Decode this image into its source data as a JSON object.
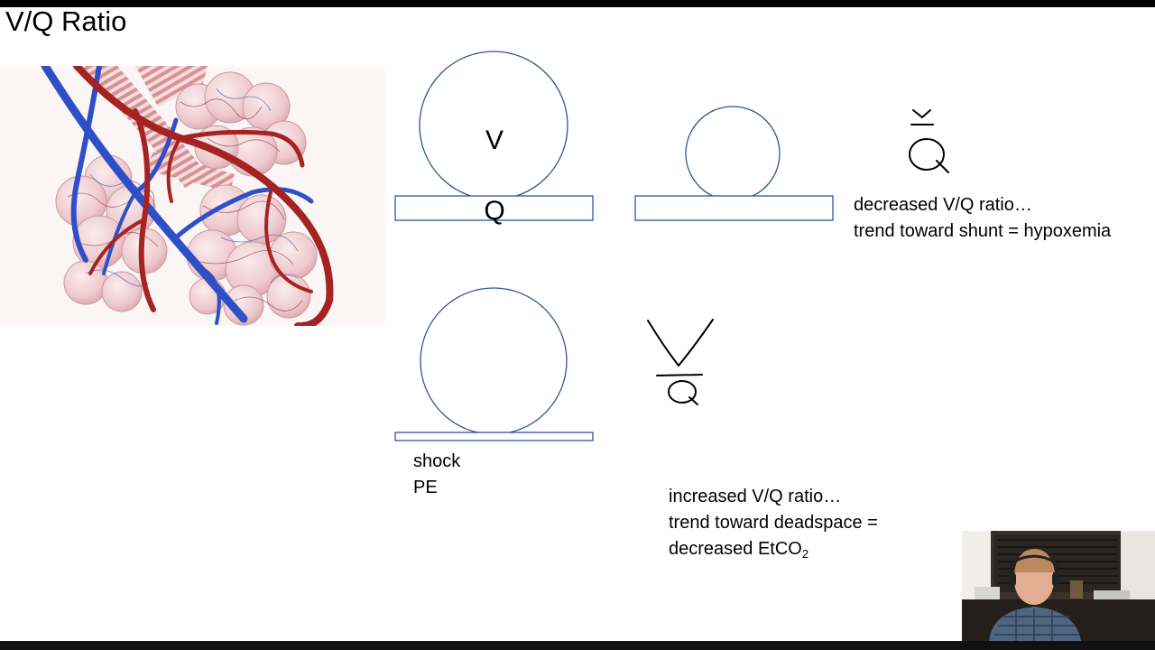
{
  "slide": {
    "title": "V/Q Ratio",
    "top_diagram": {
      "circle_label": "V",
      "bar_label": "Q"
    },
    "decreased_note": {
      "line1": "decreased V/Q ratio…",
      "line2": "trend toward shunt = hypoxemia"
    },
    "bottom_diagram": {
      "cause1": "shock",
      "cause2": "PE"
    },
    "increased_note": {
      "line1": "increased V/Q ratio…",
      "line2": "trend toward deadspace =",
      "line3_prefix": "decreased EtCO",
      "line3_subscript": "2"
    }
  },
  "colors": {
    "outline": "#2f5597",
    "artery": "#a52323",
    "vein": "#2f4fc8",
    "alveoli": "#f1d6d8",
    "background": "#ffffff"
  },
  "icons": {
    "alveoli_illustration": "lung-alveoli-illustration",
    "presenter_video": "presenter-webcam"
  }
}
